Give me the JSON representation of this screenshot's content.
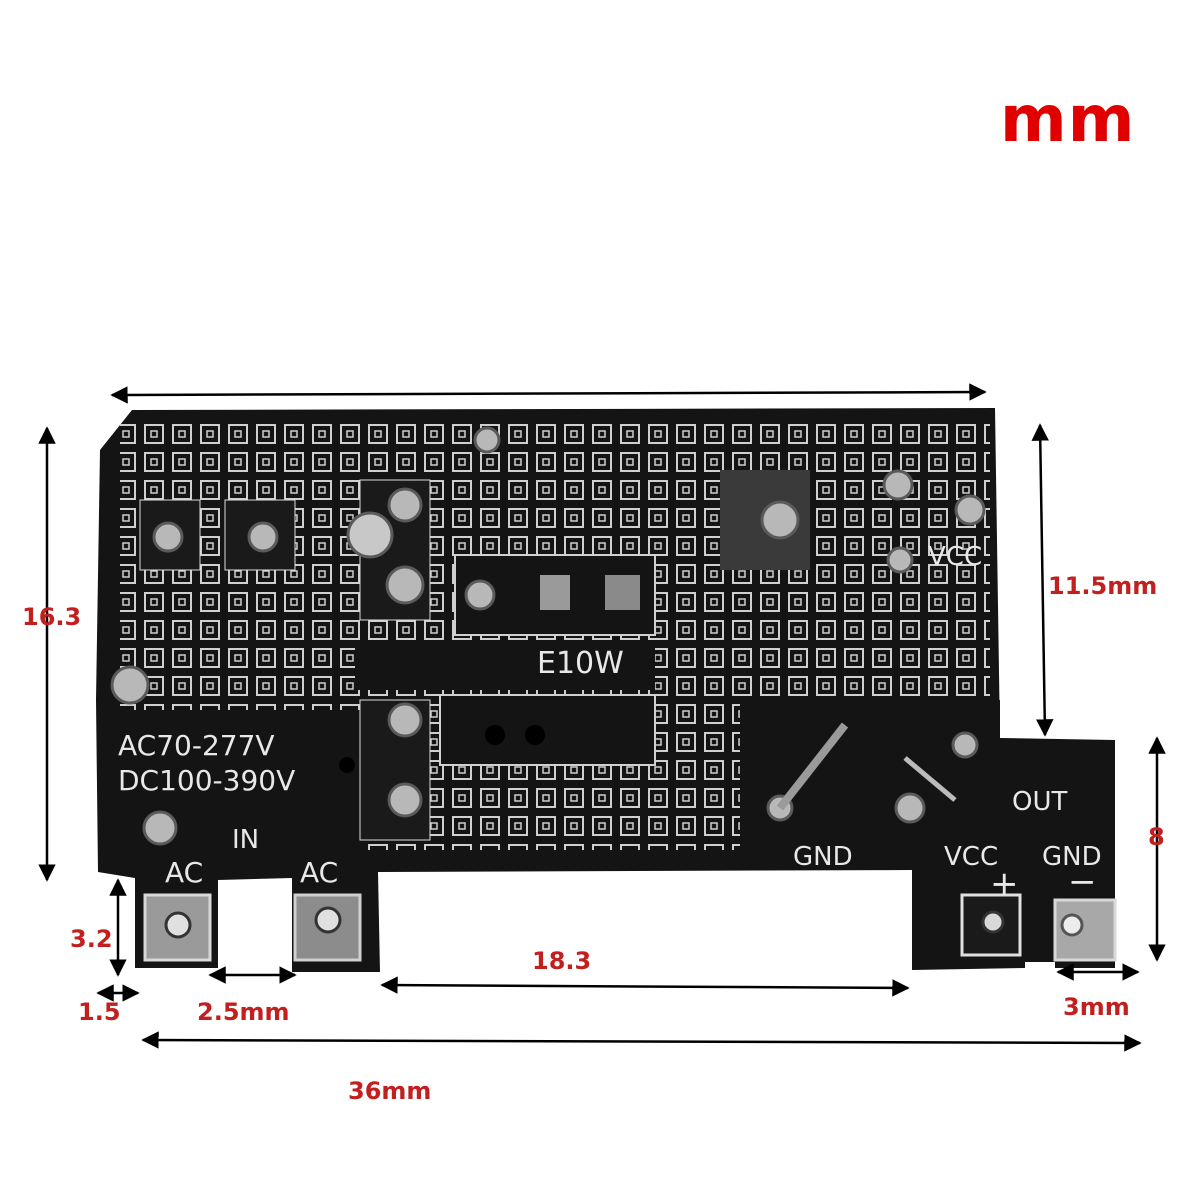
{
  "unit_title": "mm",
  "dimensions": {
    "height_total": "16.3",
    "height_right": "11.5mm",
    "height_out": "8",
    "pin_height": "3.2",
    "pin_edge": "1.5",
    "pin_gap": "2.5mm",
    "mid_gap": "18.3",
    "out_pad": "3mm",
    "width_total": "36mm"
  },
  "silkscreen": {
    "input_voltage_ac": "AC70-277V",
    "input_voltage_dc": "DC100-390V",
    "ac_left": "AC",
    "in": "IN",
    "ac_right": "AC",
    "model": "E10W",
    "vcc_top": "VCC",
    "out": "OUT",
    "gnd_mid": "GND",
    "vcc_bottom": "VCC",
    "gnd_right": "GND",
    "plus": "+",
    "minus": "−"
  },
  "colors": {
    "dimension_text": "#c21f1f",
    "title": "#e00000",
    "board": "#141414",
    "silkscreen": "#e8e8e8"
  }
}
